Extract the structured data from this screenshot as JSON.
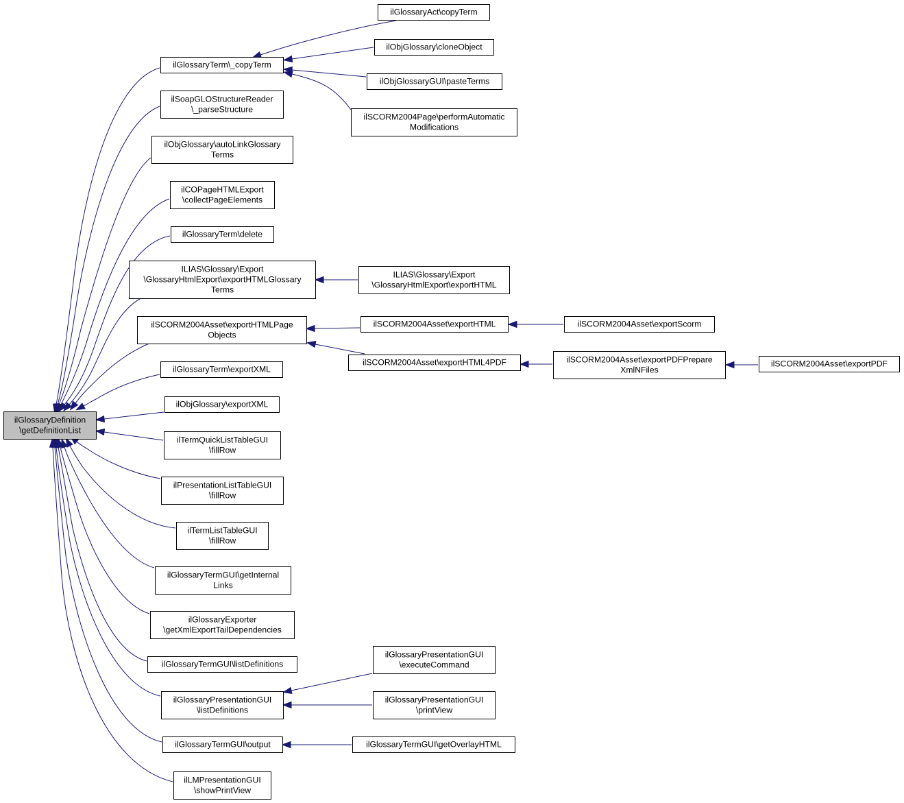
{
  "diagram": {
    "type": "caller-graph",
    "colors": {
      "edge": "#191970",
      "node_border": "#000000",
      "root_fill": "#bfbfbf",
      "node_fill": "#ffffff"
    },
    "nodes": [
      {
        "id": "root",
        "lines": [
          "ilGlossaryDefinition",
          "\\getDefinitionList"
        ]
      },
      {
        "id": "copyTermSrc",
        "lines": [
          "ilGlossaryTerm\\_copyTerm"
        ]
      },
      {
        "id": "soapParse",
        "lines": [
          "ilSoapGLOStructureReader",
          "\\_parseStructure"
        ]
      },
      {
        "id": "autoLink",
        "lines": [
          "ilObjGlossary\\autoLinkGlossary",
          "Terms"
        ]
      },
      {
        "id": "coCollect",
        "lines": [
          "ilCOPageHTMLExport",
          "\\collectPageElements"
        ]
      },
      {
        "id": "termDelete",
        "lines": [
          "ilGlossaryTerm\\delete"
        ]
      },
      {
        "id": "iliasExpTerms",
        "lines": [
          "ILIAS\\Glossary\\Export",
          "\\GlossaryHtmlExport\\exportHTMLGlossary",
          "Terms"
        ]
      },
      {
        "id": "scormPageObjs",
        "lines": [
          "ilSCORM2004Asset\\exportHTMLPage",
          "Objects"
        ]
      },
      {
        "id": "termExportXML",
        "lines": [
          "ilGlossaryTerm\\exportXML"
        ]
      },
      {
        "id": "objGloExportXML",
        "lines": [
          "ilObjGlossary\\exportXML"
        ]
      },
      {
        "id": "quickFill",
        "lines": [
          "ilTermQuickListTableGUI",
          "\\fillRow"
        ]
      },
      {
        "id": "presListFill",
        "lines": [
          "ilPresentationListTableGUI",
          "\\fillRow"
        ]
      },
      {
        "id": "termListFill",
        "lines": [
          "ilTermListTableGUI",
          "\\fillRow"
        ]
      },
      {
        "id": "internalLinks",
        "lines": [
          "ilGlossaryTermGUI\\getInternal",
          "Links"
        ]
      },
      {
        "id": "exporterTail",
        "lines": [
          "ilGlossaryExporter",
          "\\getXmlExportTailDependencies"
        ]
      },
      {
        "id": "termGuiListDefs",
        "lines": [
          "ilGlossaryTermGUI\\listDefinitions"
        ]
      },
      {
        "id": "presGuiListDefs",
        "lines": [
          "ilGlossaryPresentationGUI",
          "\\listDefinitions"
        ]
      },
      {
        "id": "termGuiOutput",
        "lines": [
          "ilGlossaryTermGUI\\output"
        ]
      },
      {
        "id": "lmShowPrint",
        "lines": [
          "ilLMPresentationGUI",
          "\\showPrintView"
        ]
      },
      {
        "id": "actCopyTerm",
        "lines": [
          "ilGlossaryAct\\copyTerm"
        ]
      },
      {
        "id": "cloneObject",
        "lines": [
          "ilObjGlossary\\cloneObject"
        ]
      },
      {
        "id": "pasteTerms",
        "lines": [
          "ilObjGlossaryGUI\\pasteTerms"
        ]
      },
      {
        "id": "perfAutoMods",
        "lines": [
          "ilSCORM2004Page\\performAutomatic",
          "Modifications"
        ]
      },
      {
        "id": "iliasExpHTML",
        "lines": [
          "ILIAS\\Glossary\\Export",
          "\\GlossaryHtmlExport\\exportHTML"
        ]
      },
      {
        "id": "scormExportHTML",
        "lines": [
          "ilSCORM2004Asset\\exportHTML"
        ]
      },
      {
        "id": "scormExportHTML4PDF",
        "lines": [
          "ilSCORM2004Asset\\exportHTML4PDF"
        ]
      },
      {
        "id": "scormExportScorm",
        "lines": [
          "ilSCORM2004Asset\\exportScorm"
        ]
      },
      {
        "id": "scormPDFPrepare",
        "lines": [
          "ilSCORM2004Asset\\exportPDFPrepare",
          "XmlNFiles"
        ]
      },
      {
        "id": "scormExportPDF",
        "lines": [
          "ilSCORM2004Asset\\exportPDF"
        ]
      },
      {
        "id": "presExecute",
        "lines": [
          "ilGlossaryPresentationGUI",
          "\\executeCommand"
        ]
      },
      {
        "id": "presPrintView",
        "lines": [
          "ilGlossaryPresentationGUI",
          "\\printView"
        ]
      },
      {
        "id": "overlayHTML",
        "lines": [
          "ilGlossaryTermGUI\\getOverlayHTML"
        ]
      }
    ],
    "edges": [
      {
        "from": "copyTermSrc",
        "to": "root"
      },
      {
        "from": "soapParse",
        "to": "root"
      },
      {
        "from": "autoLink",
        "to": "root"
      },
      {
        "from": "coCollect",
        "to": "root"
      },
      {
        "from": "termDelete",
        "to": "root"
      },
      {
        "from": "iliasExpTerms",
        "to": "root"
      },
      {
        "from": "scormPageObjs",
        "to": "root"
      },
      {
        "from": "termExportXML",
        "to": "root"
      },
      {
        "from": "objGloExportXML",
        "to": "root"
      },
      {
        "from": "quickFill",
        "to": "root"
      },
      {
        "from": "presListFill",
        "to": "root"
      },
      {
        "from": "termListFill",
        "to": "root"
      },
      {
        "from": "internalLinks",
        "to": "root"
      },
      {
        "from": "exporterTail",
        "to": "root"
      },
      {
        "from": "termGuiListDefs",
        "to": "root"
      },
      {
        "from": "presGuiListDefs",
        "to": "root"
      },
      {
        "from": "termGuiOutput",
        "to": "root"
      },
      {
        "from": "lmShowPrint",
        "to": "root"
      },
      {
        "from": "actCopyTerm",
        "to": "copyTermSrc"
      },
      {
        "from": "cloneObject",
        "to": "copyTermSrc"
      },
      {
        "from": "pasteTerms",
        "to": "copyTermSrc"
      },
      {
        "from": "perfAutoMods",
        "to": "copyTermSrc"
      },
      {
        "from": "iliasExpHTML",
        "to": "iliasExpTerms"
      },
      {
        "from": "scormExportHTML",
        "to": "scormPageObjs"
      },
      {
        "from": "scormExportHTML4PDF",
        "to": "scormPageObjs"
      },
      {
        "from": "scormExportScorm",
        "to": "scormExportHTML"
      },
      {
        "from": "scormPDFPrepare",
        "to": "scormExportHTML4PDF"
      },
      {
        "from": "scormExportPDF",
        "to": "scormPDFPrepare"
      },
      {
        "from": "presExecute",
        "to": "presGuiListDefs"
      },
      {
        "from": "presPrintView",
        "to": "presGuiListDefs"
      },
      {
        "from": "overlayHTML",
        "to": "termGuiOutput"
      }
    ]
  }
}
